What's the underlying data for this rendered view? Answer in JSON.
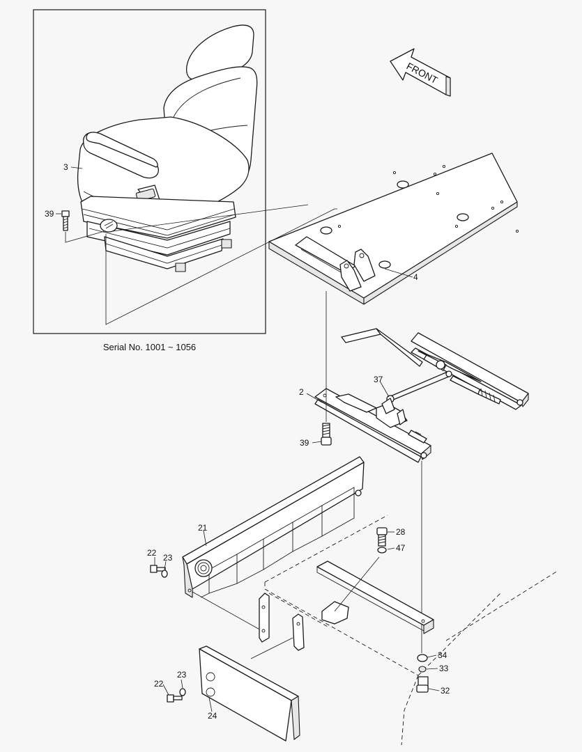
{
  "inset_caption": "Serial No. 1001 ~ 1056",
  "direction_label": "FRONT",
  "callouts": {
    "seat": "3",
    "seat_bolt": "39",
    "seat_plate": "4",
    "seat_rail": "2",
    "rail_link": "37",
    "rail_bolt": "39",
    "front_panel": "21",
    "panel_bolt_upper": "22",
    "panel_washer_upper": "23",
    "mount_bolt": "28",
    "mount_washer": "47",
    "lower_washer": "34",
    "lower_lockwasher": "33",
    "lower_nut": "32",
    "lower_bolt": "22",
    "lower_washer_b": "23",
    "cover_plate": "24"
  }
}
